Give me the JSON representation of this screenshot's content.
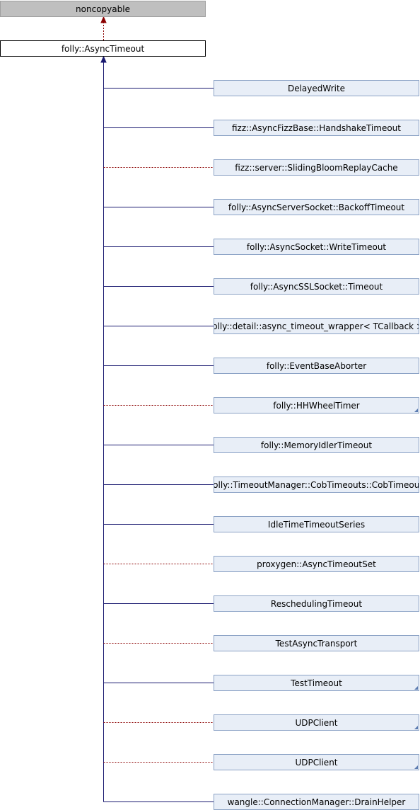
{
  "base": {
    "label": "noncopyable"
  },
  "root": {
    "label": "folly::AsyncTimeout"
  },
  "colors": {
    "public_inheritance": "#191970",
    "protected_inheritance": "#8b0000"
  },
  "derived": [
    {
      "label": "DelayedWrite",
      "inheritance": "public",
      "has_more": false
    },
    {
      "label": "fizz::AsyncFizzBase::HandshakeTimeout",
      "inheritance": "public",
      "has_more": false
    },
    {
      "label": "fizz::server::SlidingBloomReplayCache",
      "inheritance": "private",
      "has_more": false
    },
    {
      "label": "folly::AsyncServerSocket::BackoffTimeout",
      "inheritance": "public",
      "has_more": false
    },
    {
      "label": "folly::AsyncSocket::WriteTimeout",
      "inheritance": "public",
      "has_more": false
    },
    {
      "label": "folly::AsyncSSLSocket::Timeout",
      "inheritance": "public",
      "has_more": false
    },
    {
      "label": "folly::detail::async_timeout_wrapper< TCallback >",
      "inheritance": "public",
      "has_more": false
    },
    {
      "label": "folly::EventBaseAborter",
      "inheritance": "public",
      "has_more": false
    },
    {
      "label": "folly::HHWheelTimer",
      "inheritance": "private",
      "has_more": true
    },
    {
      "label": "folly::MemoryIdlerTimeout",
      "inheritance": "public",
      "has_more": false
    },
    {
      "label": "folly::TimeoutManager::CobTimeouts::CobTimeout",
      "inheritance": "public",
      "has_more": false
    },
    {
      "label": "IdleTimeTimeoutSeries",
      "inheritance": "public",
      "has_more": false
    },
    {
      "label": "proxygen::AsyncTimeoutSet",
      "inheritance": "private",
      "has_more": false
    },
    {
      "label": "ReschedulingTimeout",
      "inheritance": "public",
      "has_more": false
    },
    {
      "label": "TestAsyncTransport",
      "inheritance": "private",
      "has_more": false
    },
    {
      "label": "TestTimeout",
      "inheritance": "public",
      "has_more": true
    },
    {
      "label": "UDPClient",
      "inheritance": "private",
      "has_more": true
    },
    {
      "label": "UDPClient",
      "inheritance": "private",
      "has_more": true
    },
    {
      "label": "wangle::ConnectionManager::DrainHelper",
      "inheritance": "public",
      "has_more": false
    }
  ]
}
